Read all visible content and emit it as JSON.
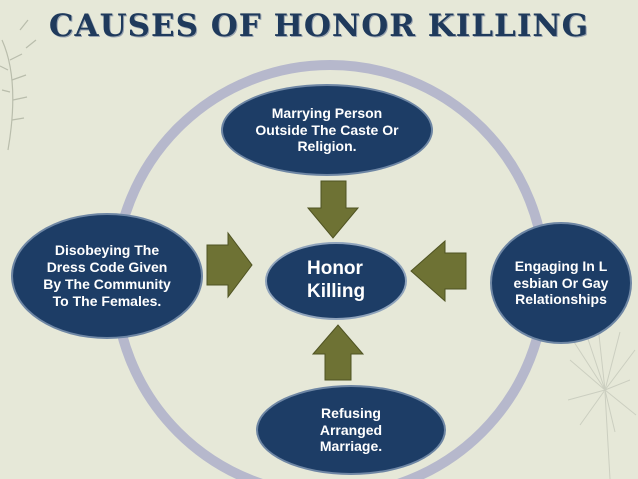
{
  "title": "CAUSES OF HONOR KILLING",
  "center": {
    "label": "Honor Killing"
  },
  "nodes": {
    "top": "Marrying Person Outside The Caste Or Religion.",
    "left": "Disobeying The Dress Code Given By The Community To The Females.",
    "right": "Engaging In Lesbian Or Gay Relationships",
    "bottom": "Refusing Arranged Marriage."
  },
  "colors": {
    "background": "#e6e8d8",
    "node_fill": "#1d3d66",
    "ring": "#b6b8cc",
    "arrow": "#6e7234",
    "title": "#1f3a5c"
  }
}
